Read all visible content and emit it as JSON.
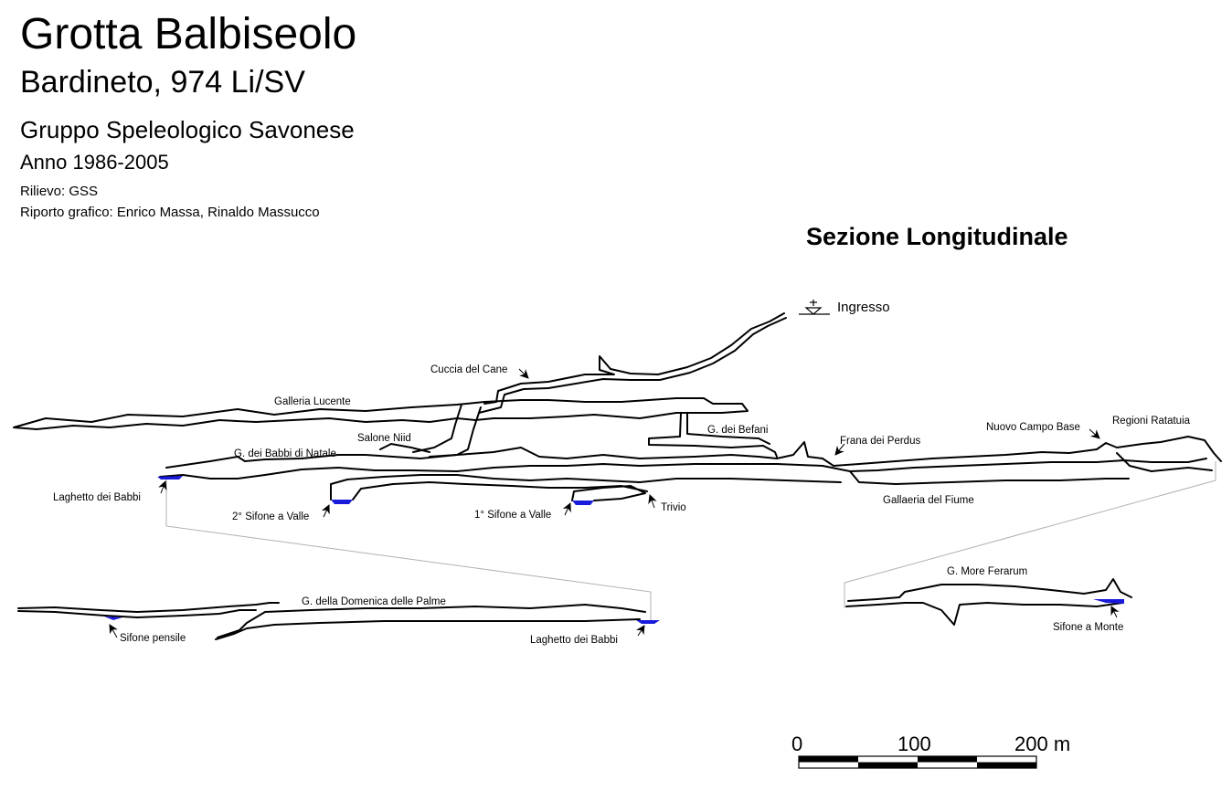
{
  "header": {
    "title": "Grotta Balbiseolo",
    "subtitle": "Bardineto, 974 Li/SV",
    "group": "Gruppo Speleologico Savonese",
    "year": "Anno 1986-2005",
    "survey": "Rilievo: GSS",
    "graphics": "Riporto grafico: Enrico Massa, Rinaldo Massucco"
  },
  "section_title": "Sezione Longitudinale",
  "labels": {
    "ingresso": "Ingresso",
    "cuccia": "Cuccia del Cane",
    "galleria_lucente": "Galleria  Lucente",
    "salone_niid": "Salone Niid",
    "babbi_natale": "G. dei Babbi di Natale",
    "befani": "G. dei Befani",
    "frana": "Frana dei Perdus",
    "nuovo_campo": "Nuovo Campo Base",
    "ratatuia": "Regioni Ratatuia",
    "laghetto_1": "Laghetto dei Babbi",
    "sifone2": "2° Sifone a Valle",
    "sifone1": "1° Sifone a Valle",
    "trivio": "Trivio",
    "fiume": "Gallaeria del Fiume",
    "domenica": "G. della Domenica delle Palme",
    "sifone_pensile": "Sifone pensile",
    "laghetto_2": "Laghetto dei Babbi",
    "more_ferarum": "G. More Ferarum",
    "sifone_monte": "Sifone a Monte"
  },
  "scale": {
    "tick_0": "0",
    "tick_100": "100",
    "tick_200": "200 m"
  },
  "colors": {
    "water": "#1a1adb",
    "line": "#000000",
    "leader": "#b0b0b0"
  }
}
